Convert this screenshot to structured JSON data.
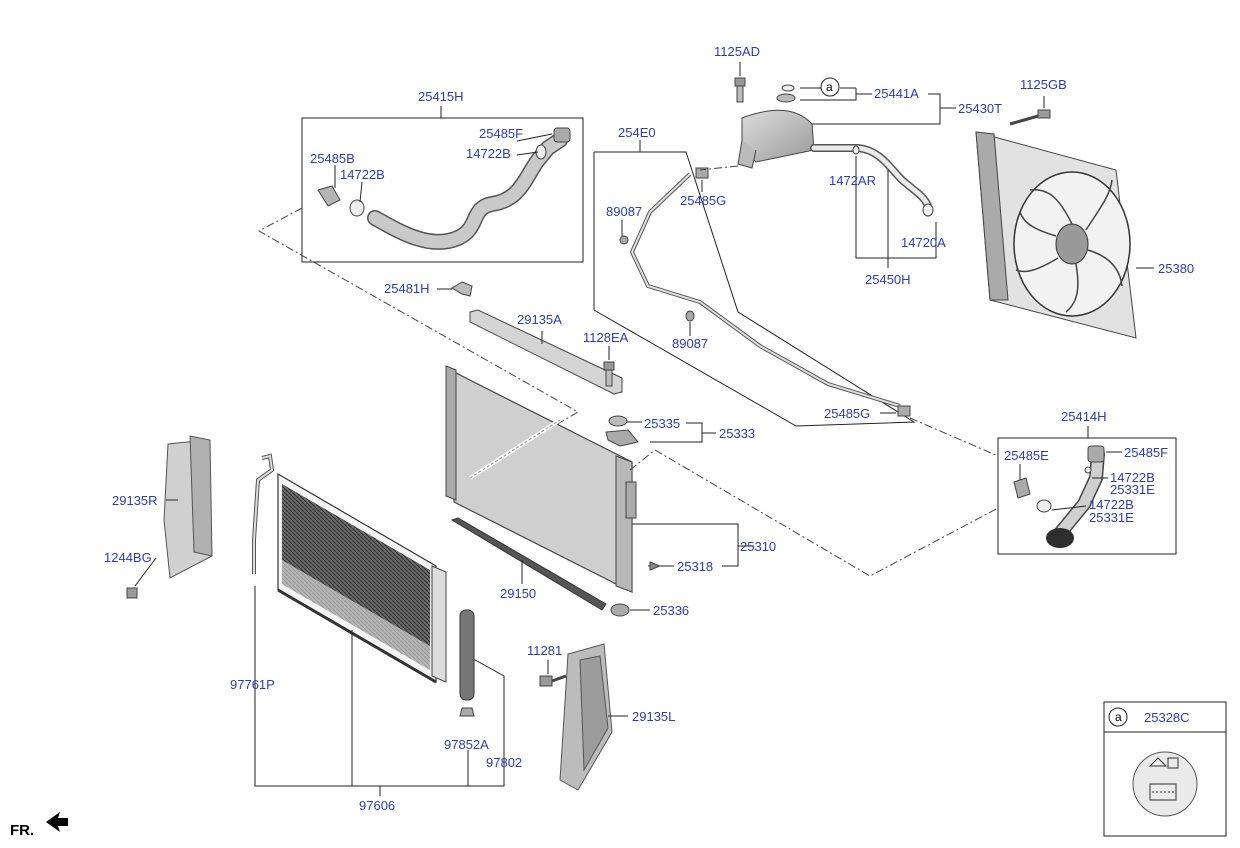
{
  "labels": {
    "l25415H": "25415H",
    "l25485F_a": "25485F",
    "l14722B_a": "14722B",
    "l25485B": "25485B",
    "l14722B_b": "14722B",
    "l25481H": "25481H",
    "l29135A": "29135A",
    "l1128EA": "1128EA",
    "l254E0": "254E0",
    "l89087_a": "89087",
    "l25485G_a": "25485G",
    "l89087_b": "89087",
    "l25485G_b": "25485G",
    "l1125AD": "1125AD",
    "la_circle": "a",
    "l25441A": "25441A",
    "l25430T": "25430T",
    "l1472AR": "1472AR",
    "l14720A": "14720A",
    "l25450H": "25450H",
    "l1125GB": "1125GB",
    "l25380": "25380",
    "l25335": "25335",
    "l25333": "25333",
    "l25414H": "25414H",
    "l25485E": "25485E",
    "l25485F_b": "25485F",
    "l14722B_c": "14722B",
    "l25331E_a": "25331E",
    "l14722B_d": "14722B",
    "l25331E_b": "25331E",
    "l29135R": "29135R",
    "l1244BG": "1244BG",
    "l25310": "25310",
    "l25318": "25318",
    "l29150": "29150",
    "l25336": "25336",
    "l11281": "11281",
    "l97761P": "97761P",
    "l29135L": "29135L",
    "l97852A": "97852A",
    "l97802": "97802",
    "l97606": "97606",
    "inset_a": "a",
    "inset_code": "25328C",
    "fr": "FR."
  },
  "colors": {
    "label": "#2a3cb8",
    "line": "#222222",
    "part_fill": "#cfcfcf",
    "part_stroke": "#555555",
    "dark": "#3a3a3a"
  }
}
